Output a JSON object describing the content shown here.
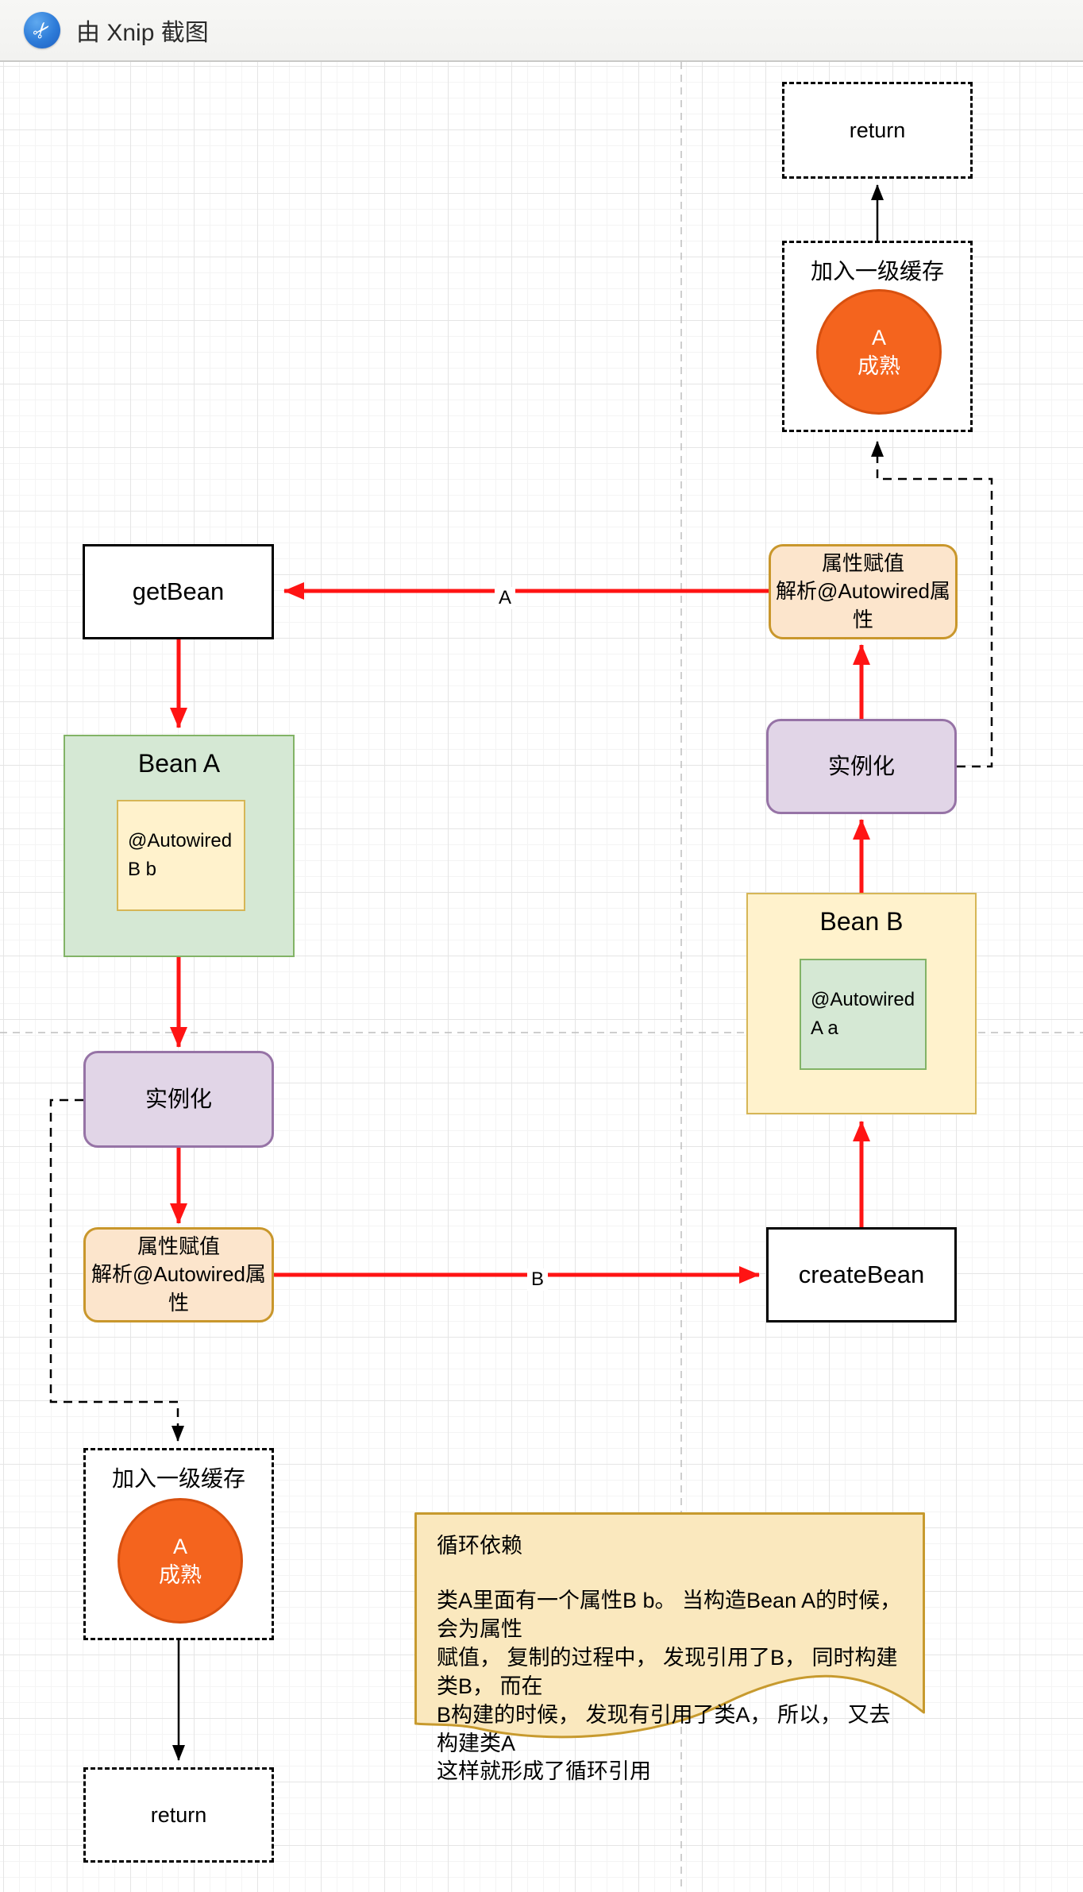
{
  "titlebar": {
    "app_title": "由 Xnip 截图",
    "logo": "xnip-scissors-icon"
  },
  "diagram": {
    "nodes": {
      "return_top": {
        "label": "return"
      },
      "cache_top": {
        "title": "加入一级缓存",
        "circle_line1": "A",
        "circle_line2": "成熟"
      },
      "prop_assign_right": {
        "line1": "属性赋值",
        "line2": "解析@Autowired属性"
      },
      "get_bean": {
        "label": "getBean"
      },
      "bean_a": {
        "title": "Bean A",
        "inner_line1": "@Autowired",
        "inner_line2": "B b"
      },
      "instantiate_left": {
        "label": "实例化"
      },
      "prop_assign_left": {
        "line1": "属性赋值",
        "line2": "解析@Autowired属性"
      },
      "create_bean": {
        "label": "createBean"
      },
      "bean_b": {
        "title": "Bean B",
        "inner_line1": "@Autowired",
        "inner_line2": "A a"
      },
      "instantiate_right": {
        "label": "实例化"
      },
      "cache_bottom": {
        "title": "加入一级缓存",
        "circle_line1": "A",
        "circle_line2": "成熟"
      },
      "return_bottom": {
        "label": "return"
      }
    },
    "edge_labels": {
      "a": "A",
      "b": "B"
    },
    "note": {
      "title": "循环依赖",
      "body": "类A里面有一个属性B b。 当构造Bean A的时候， 会为属性\n赋值， 复制的过程中， 发现引用了B， 同时构建类B， 而在\nB构建的时候， 发现有引用了类A， 所以， 又去构建类A\n这样就形成了循环引用"
    },
    "colors": {
      "arrow_red": "#ff1414",
      "circle_orange": "#f4641e",
      "green_fill": "#d5e8d4",
      "green_stroke": "#82b366",
      "yellow_fill": "#fff2cc",
      "yellow_stroke": "#d6b656",
      "purple_fill": "#e1d5e7",
      "purple_stroke": "#9673a6",
      "orange_fill": "#fce5cc",
      "orange_stroke": "#c9972c",
      "note_fill": "#fae8be"
    }
  }
}
